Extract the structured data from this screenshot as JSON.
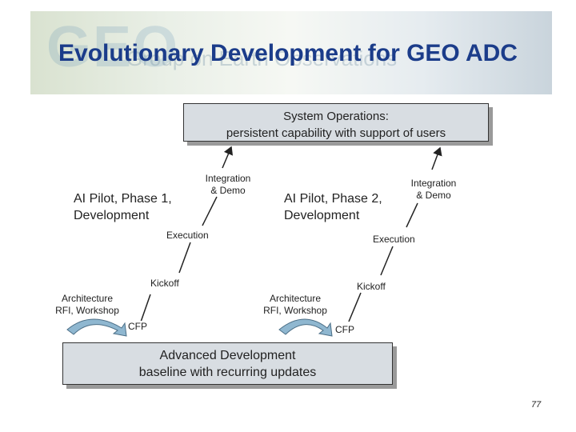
{
  "title": "Evolutionary Development for GEO ADC",
  "banner": {
    "watermark_logo": "GEO",
    "watermark_text": "Group on Earth Observations"
  },
  "boxes": {
    "system_operations": {
      "line1": "System Operations:",
      "line2": "persistent capability with support of users"
    },
    "advanced_development": {
      "line1": "Advanced Development",
      "line2": "baseline with recurring updates"
    }
  },
  "phase1": {
    "name_line1": "AI Pilot, Phase 1,",
    "name_line2": "Development",
    "integration_line1": "Integration",
    "integration_line2": "& Demo",
    "execution": "Execution",
    "kickoff": "Kickoff",
    "architecture_line1": "Architecture",
    "architecture_line2": "RFI, Workshop",
    "cfp": "CFP"
  },
  "phase2": {
    "name_line1": "AI Pilot, Phase 2,",
    "name_line2": "Development",
    "integration_line1": "Integration",
    "integration_line2": "& Demo",
    "execution": "Execution",
    "kickoff": "Kickoff",
    "architecture_line1": "Architecture",
    "architecture_line2": "RFI, Workshop",
    "cfp": "CFP"
  },
  "page_number": "77",
  "colors": {
    "title": "#1b3c8a",
    "box_fill": "#d8dde2",
    "arrow_fill": "#8fb7d0"
  }
}
